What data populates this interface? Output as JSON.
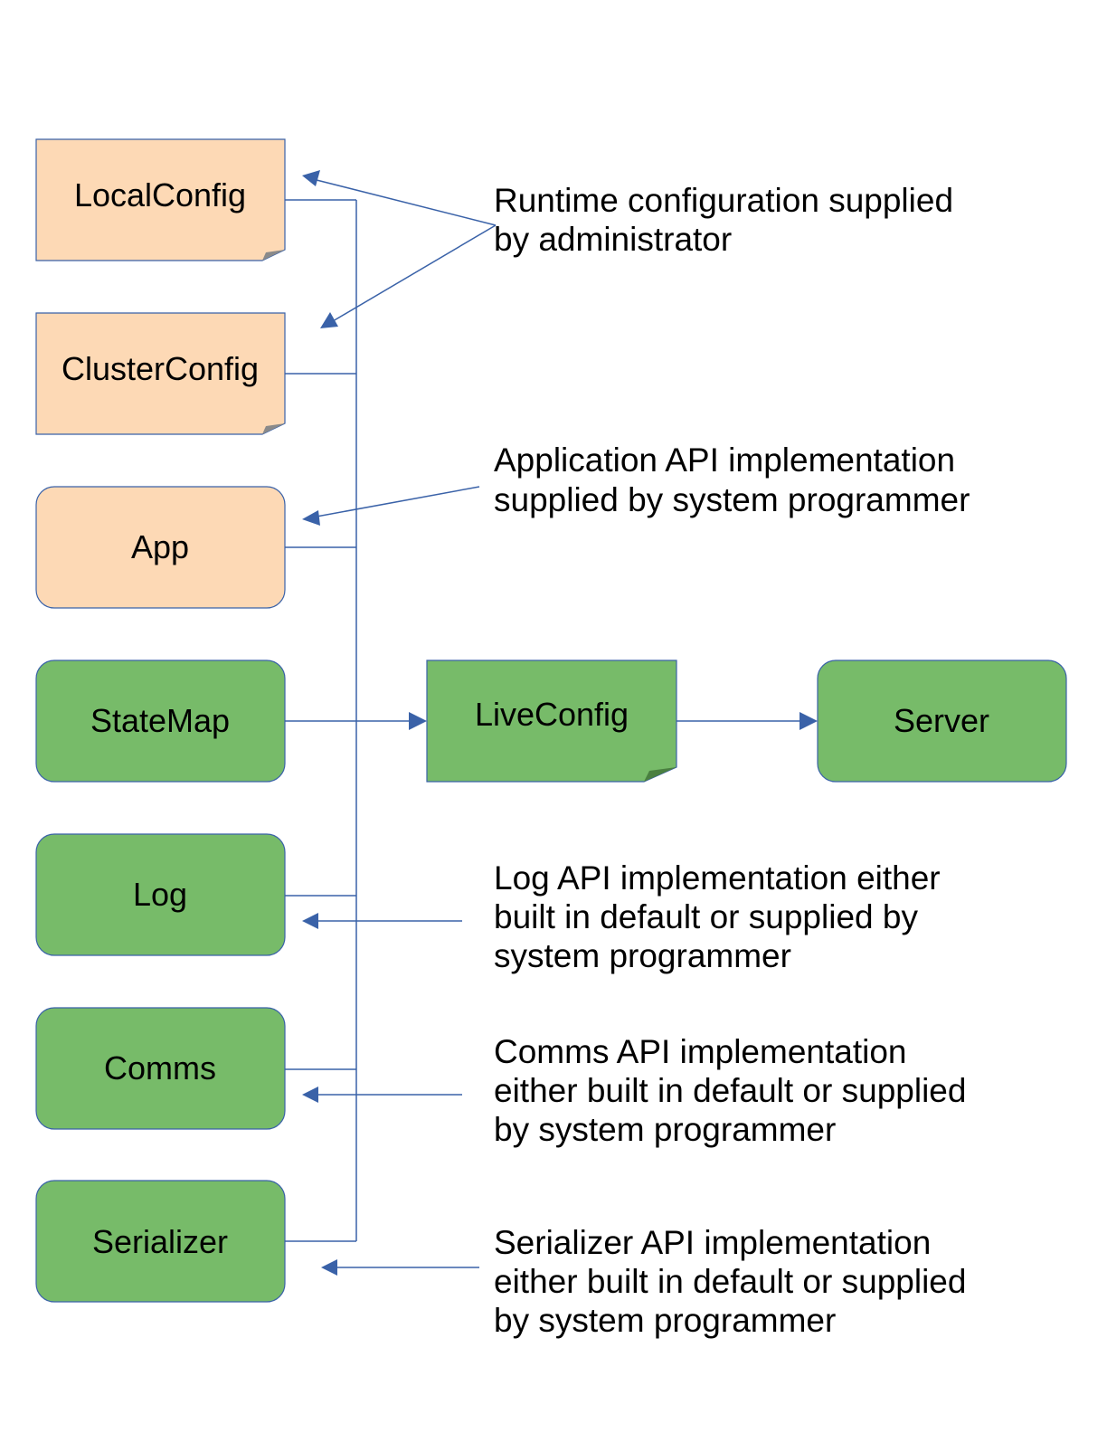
{
  "colors": {
    "config_fill": "#fdd9b5",
    "runtime_fill": "#77bb69",
    "border": "#3a62a8",
    "fold": "#8a8a8a",
    "text": "#000000"
  },
  "nodes": {
    "local_config": "LocalConfig",
    "cluster_config": "ClusterConfig",
    "app": "App",
    "state_map": "StateMap",
    "live_config": "LiveConfig",
    "server": "Server",
    "log": "Log",
    "comms": "Comms",
    "serializer": "Serializer"
  },
  "notes": {
    "runtime_config": [
      "Runtime configuration supplied",
      "by administrator"
    ],
    "app_api": [
      "Application API implementation",
      "supplied by system programmer"
    ],
    "log_api": [
      "Log API implementation either",
      "built in default or supplied by",
      "system programmer"
    ],
    "comms_api": [
      "Comms API implementation",
      "either built in default or supplied",
      "by system programmer"
    ],
    "serializer_api": [
      "Serializer API implementation",
      "either built in default or supplied",
      "by system programmer"
    ]
  }
}
